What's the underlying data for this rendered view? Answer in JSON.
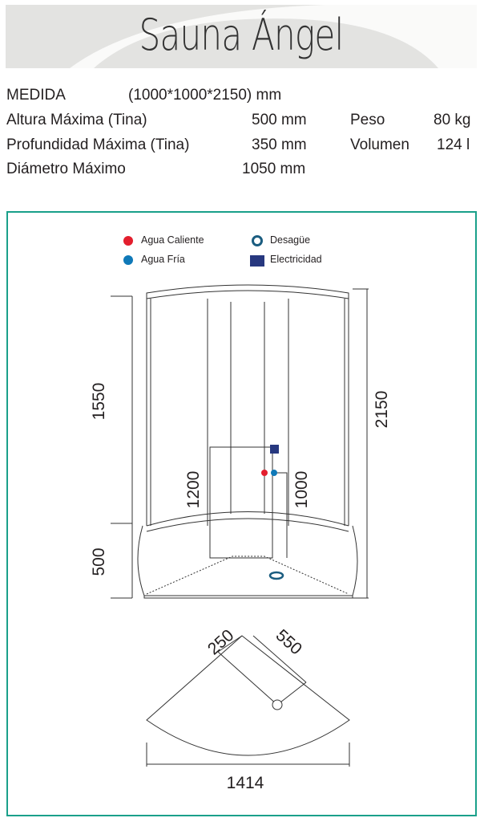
{
  "title": "Sauna Ángel",
  "specs": {
    "medida_label": "MEDIDA",
    "medida_value": "(1000*1000*2150) mm",
    "altura_label": "Altura Máxima (Tina)",
    "altura_value": "500 mm",
    "profundidad_label": "Profundidad Máxima  (Tina)",
    "profundidad_value": "350 mm",
    "diametro_label": "Diámetro Máximo",
    "diametro_value": "1050 mm",
    "peso_label": "Peso",
    "peso_value": "80 kg",
    "volumen_label": "Volumen",
    "volumen_value": "124 l"
  },
  "legend": {
    "hot": "Agua Caliente",
    "cold": "Agua Fría",
    "drain": "Desagüe",
    "electric": "Electricidad"
  },
  "colors": {
    "hot": "#e31e2d",
    "cold": "#0f79b8",
    "electric": "#27387f",
    "frame": "#1aa08a"
  },
  "dimensions": {
    "d1550": "1550",
    "d500": "500",
    "d2150": "2150",
    "d1200": "1200",
    "d1000": "1000",
    "d250": "250",
    "d550": "550",
    "d1414": "1414"
  }
}
